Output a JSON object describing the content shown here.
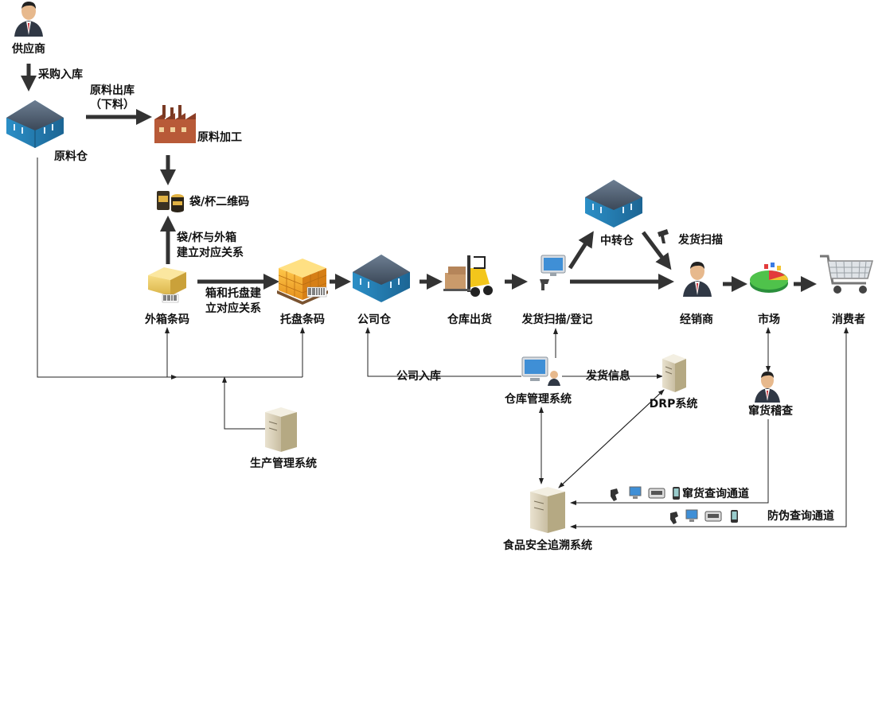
{
  "nodes": {
    "supplier": "供应商",
    "raw_warehouse": "原料仓",
    "raw_processing": "原料加工",
    "bag_cup_qr": "袋/杯二维码",
    "outer_box_code": "外箱条码",
    "pallet_code": "托盘条码",
    "company_warehouse": "公司仓",
    "warehouse_outbound": "仓库出货",
    "ship_scan_register": "发货扫描/登记",
    "transfer_warehouse": "中转仓",
    "distributor": "经销商",
    "market": "市场",
    "consumer": "消费者",
    "warehouse_mgmt_system": "仓库管理系统",
    "drp_system": "DRP系统",
    "production_mgmt_system": "生产管理系统",
    "cross_region_inspection": "窜货稽查",
    "food_safety_trace_system": "食品安全追溯系统"
  },
  "edges": {
    "purchase_inbound": "采购入库",
    "raw_outbound_1": "原料出库",
    "raw_outbound_2": "（下料）",
    "bag_box_link_1": "袋/杯与外箱",
    "bag_box_link_2": "建立对应关系",
    "box_pallet_link_1": "箱和托盘建",
    "box_pallet_link_2": "立对应关系",
    "ship_scan": "发货扫描",
    "company_inbound": "公司入库",
    "ship_info": "发货信息",
    "cross_region_query_channel": "窜货查询通道",
    "anti_fake_query_channel": "防伪查询通道"
  }
}
